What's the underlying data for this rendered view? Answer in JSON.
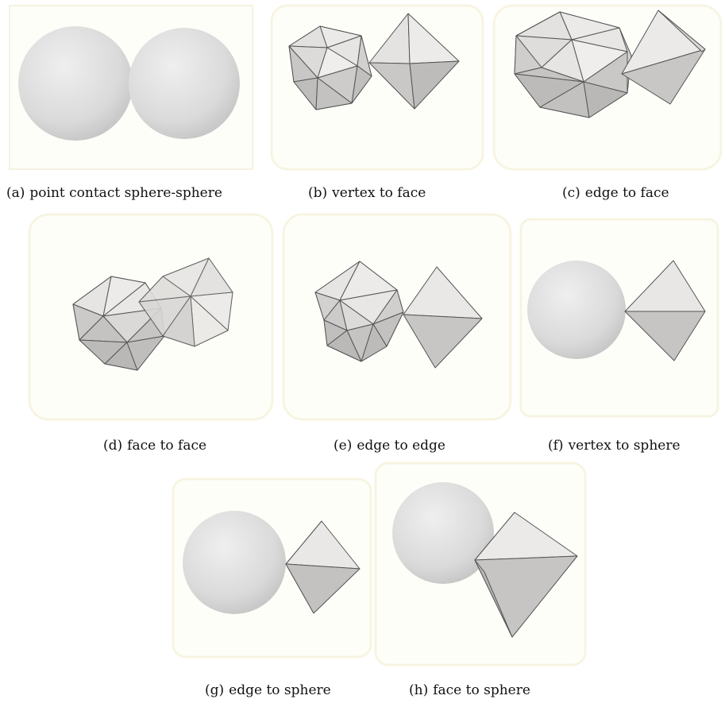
{
  "figure": {
    "panels": [
      {
        "letter": "(a)",
        "caption": "point contact sphere-sphere"
      },
      {
        "letter": "(b)",
        "caption": "vertex to face"
      },
      {
        "letter": "(c)",
        "caption": "edge to face"
      },
      {
        "letter": "(d)",
        "caption": "face to face"
      },
      {
        "letter": "(e)",
        "caption": "edge to edge"
      },
      {
        "letter": "(f)",
        "caption": "vertex to sphere"
      },
      {
        "letter": "(g)",
        "caption": "edge to sphere"
      },
      {
        "letter": "(h)",
        "caption": "face to sphere"
      }
    ],
    "colors": {
      "face_light": "#e9e8e6",
      "face_mid": "#d0cfcd",
      "face_dark": "#b8b7b5",
      "edge": "#555555",
      "sphere_light": "#ececec",
      "sphere_dark": "#c9c9c9",
      "halo": "#fdfcf0"
    }
  }
}
